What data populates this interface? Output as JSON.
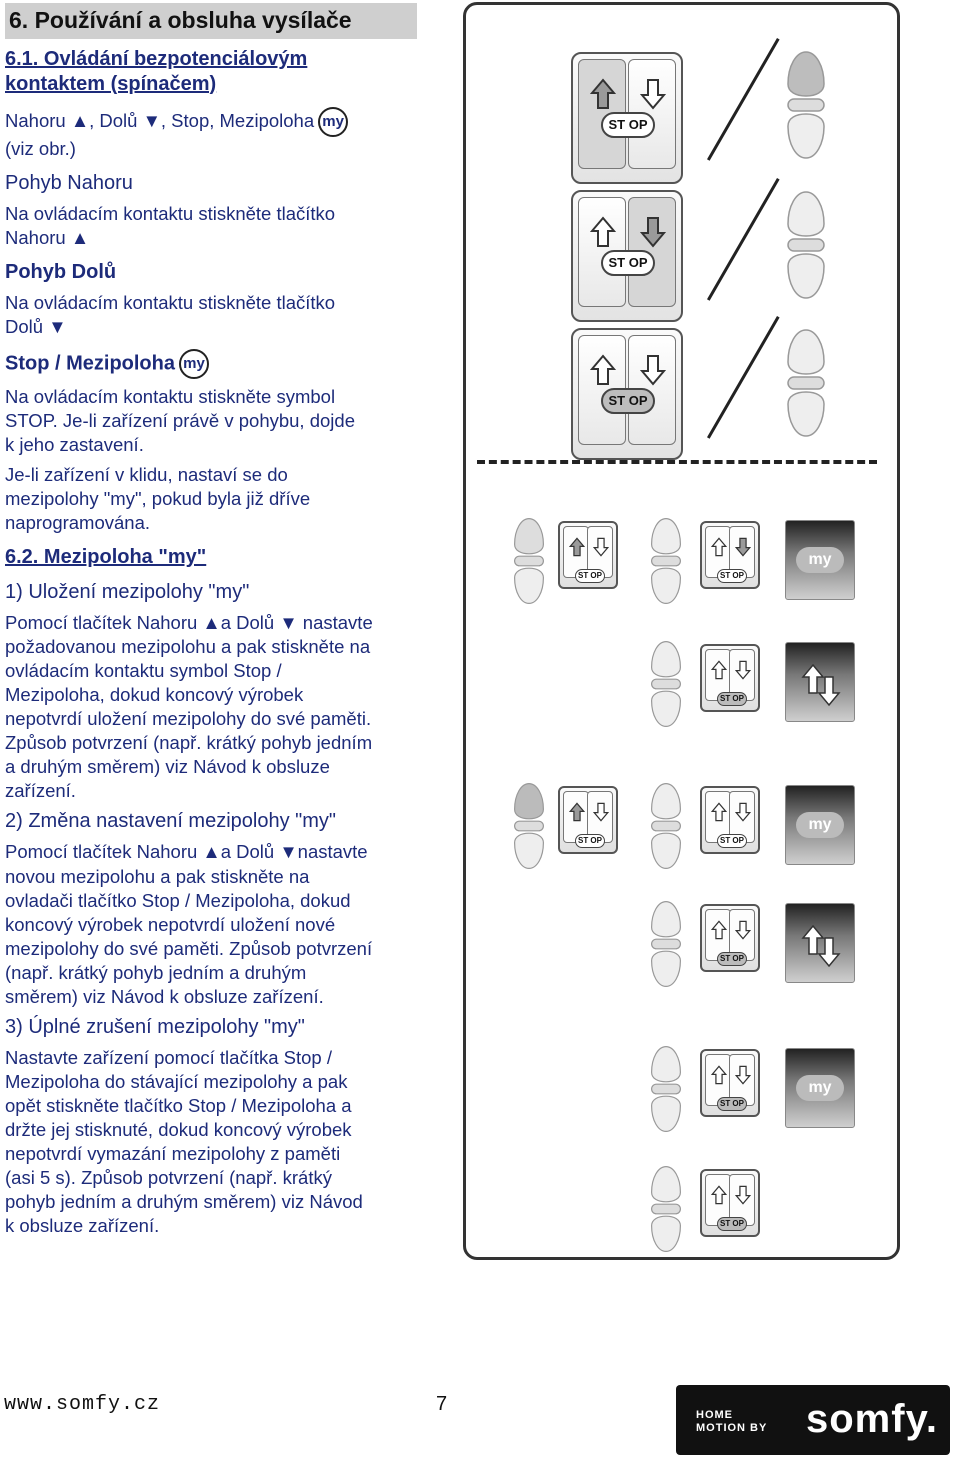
{
  "section_title": "6. Používání a obsluha vysílače",
  "s61": {
    "title_line1": "6.1. Ovládání bezpotenciálovým",
    "title_line2": "kontaktem (spínačem)",
    "intro_line1": "Nahoru ▲, Dolů ▼, Stop, Mezipoloha",
    "intro_line2": "(viz obr.)",
    "up_title": "Pohyb Nahoru",
    "up_text1": "Na ovládacím kontaktu stiskněte tlačítko",
    "up_text2": "Nahoru ▲",
    "down_title": "Pohyb Dolů",
    "down_text1": "Na ovládacím kontaktu stiskněte tlačítko",
    "down_text2": "Dolů ▼",
    "stop_title": "Stop / Mezipoloha",
    "stop_text1": "Na ovládacím kontaktu stiskněte symbol",
    "stop_text2": "STOP. Je-li zařízení právě v pohybu, dojde",
    "stop_text3": "k jeho zastavení.",
    "stop_text4": "Je-li zařízení v klidu, nastaví se do",
    "stop_text5": "mezipolohy \"my\", pokud byla již dříve",
    "stop_text6": "naprogramována."
  },
  "my_badge": "my",
  "s62": {
    "title": "6.2. Mezipoloha \"my\"",
    "h1": "1) Uložení mezipolohy \"my\"",
    "p1": [
      "Pomocí tlačítek Nahoru ▲a Dolů ▼ nastavte",
      "požadovanou mezipolohu a pak stiskněte na",
      "ovládacím kontaktu symbol Stop /",
      "Mezipoloha, dokud koncový výrobek",
      "nepotvrdí uložení mezipolohy do své paměti.",
      "Způsob potvrzení (např. krátký pohyb jedním",
      "a druhým směrem) viz Návod k obsluze",
      "zařízení."
    ],
    "h2": "2) Změna nastavení mezipolohy \"my\"",
    "p2": [
      "Pomocí tlačítek Nahoru ▲a Dolů ▼nastavte",
      "novou mezipolohu a pak stiskněte na",
      "ovladači tlačítko Stop / Mezipoloha, dokud",
      "koncový výrobek nepotvrdí uložení nové",
      "mezipolohy do své paměti. Způsob potvrzení",
      "(např. krátký pohyb jedním a druhým",
      "směrem) viz Návod k obsluze zařízení."
    ],
    "h3": "3) Úplné zrušení mezipolohy \"my\"",
    "p3": [
      "Nastavte zařízení pomocí tlačítka Stop /",
      "Mezipoloha do stávající mezipolohy a pak",
      "opět stiskněte tlačítko Stop / Mezipoloha a",
      "držte jej stisknuté, dokud koncový výrobek",
      "nepotvrdí vymazání mezipolohy z paměti",
      "(asi 5 s). Způsob potvrzení (např. krátký",
      "pohyb jedním a druhým směrem) viz Návod",
      "k obsluze zařízení."
    ]
  },
  "figure": {
    "stop_label": "ST OP",
    "my_label": "my"
  },
  "footer": {
    "url": "www.somfy.cz",
    "page": "7",
    "logo_tag_line1": "HOME",
    "logo_tag_line2": "MOTION BY",
    "logo_word": "somfy."
  }
}
